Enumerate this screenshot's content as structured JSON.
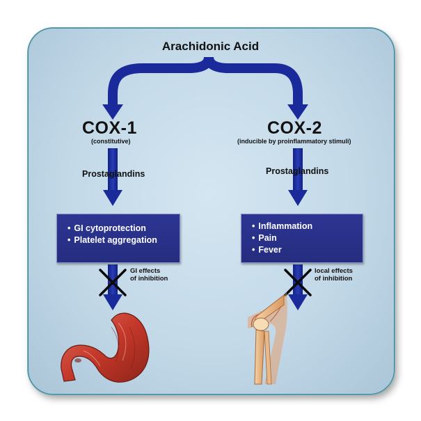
{
  "title": "Arachidonic Acid",
  "left": {
    "enzyme": "COX-1",
    "type": "(constitutive)",
    "product": "Prostaglandins",
    "functions": [
      "GI cytoprotection",
      "Platelet aggregation"
    ],
    "inhibition_note": [
      "GI effects",
      "of inhibition"
    ],
    "organ": "stomach"
  },
  "right": {
    "enzyme": "COX-2",
    "type": "(inducible by proinflammatory stimuli)",
    "product": "Prostaglandins",
    "functions": [
      "Inflammation",
      "Pain",
      "Fever"
    ],
    "inhibition_note": [
      "local effects",
      "of inhibition"
    ],
    "organ": "knee-joint"
  },
  "colors": {
    "arrow": "#1a2a9a",
    "box": "#2a3390",
    "panel": "#c8dcea",
    "panel_border": "#3d8694",
    "stomach": "#c84030",
    "knee": "#e8b48a"
  },
  "icons": {
    "inhibition": "x-mark-icon",
    "left_organ": "stomach-icon",
    "right_organ": "knee-joint-icon"
  }
}
